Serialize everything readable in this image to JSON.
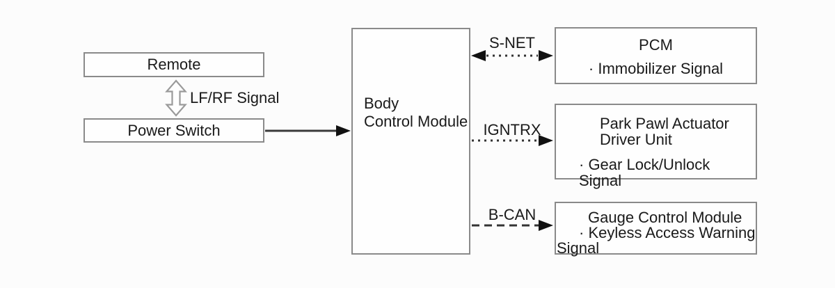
{
  "diagram": {
    "boxes": {
      "remote": {
        "label": "Remote"
      },
      "power_switch": {
        "label": "Power Switch"
      },
      "body_control_module": {
        "line1": "Body",
        "line2": "Control Module"
      },
      "pcm": {
        "title": "PCM",
        "bullet": "· Immobilizer Signal"
      },
      "park_pawl": {
        "title_line1": "Park Pawl Actuator",
        "title_line2": "Driver Unit",
        "bullet": "· Gear Lock/Unlock Signal"
      },
      "gauge_control_module": {
        "title": "Gauge Control Module",
        "bullet_line1": "· Keyless Access Warning",
        "bullet_line2": "Signal"
      }
    },
    "connections": {
      "lf_rf": {
        "label": "LF/RF Signal",
        "style": "hollow-double-arrow"
      },
      "power_to_bcm": {
        "style": "solid-arrow"
      },
      "s_net": {
        "label": "S-NET",
        "style": "dotted-double-arrow"
      },
      "igntrx": {
        "label": "IGNTRX",
        "style": "dotted-arrow"
      },
      "b_can": {
        "label": "B-CAN",
        "style": "dashed-arrow"
      }
    },
    "colors": {
      "background": "#fcfcfc",
      "box_border": "#8a8a8a",
      "box_fill": "#fefefe",
      "text": "#1a1a1a",
      "arrow_line": "#3a3a3a",
      "arrow_head": "#111111",
      "hollow_arrow_stroke": "#9a9a9a"
    }
  }
}
